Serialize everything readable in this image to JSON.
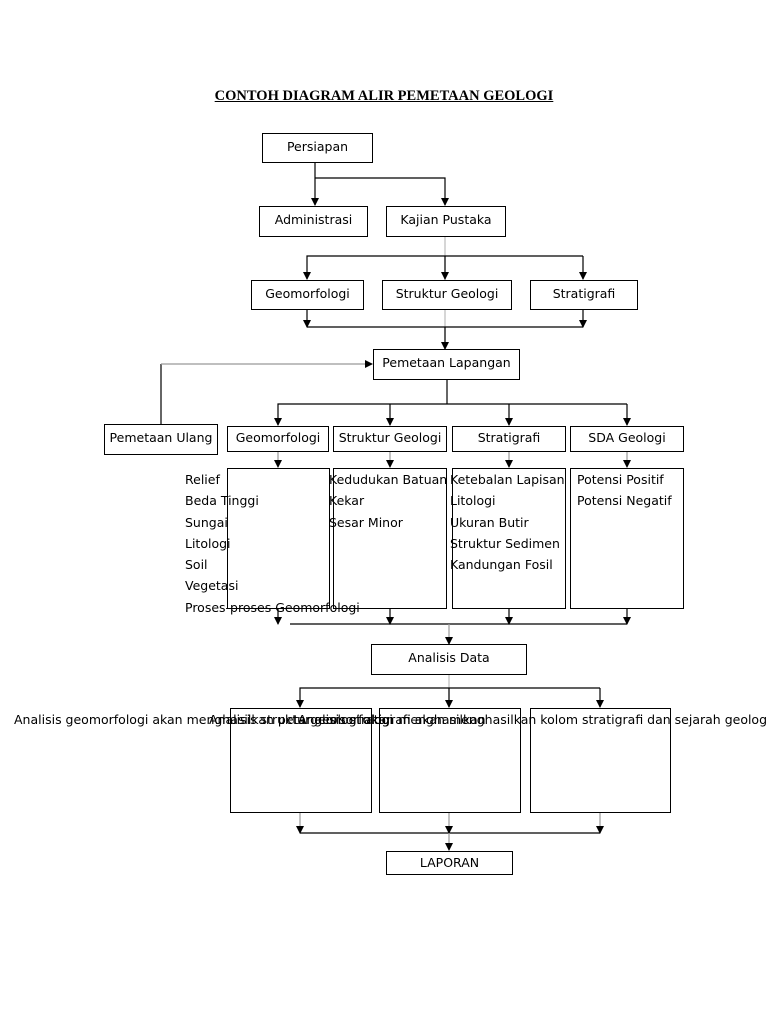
{
  "title": "CONTOH DIAGRAM ALIR PEMETAAN GEOLOGI",
  "nodes": {
    "persiapan": "Persiapan",
    "administrasi": "Administrasi",
    "kajian_pustaka": "Kajian Pustaka",
    "geomorfologi_1": "Geomorfologi",
    "struktur_geologi_1": "Struktur Geologi",
    "stratigrafi_1": "Stratigrafi",
    "pemetaan_lapangan": "Pemetaan Lapangan",
    "pemetaan_ulang": "Pemetaan Ulang",
    "geomorfologi_2": "Geomorfologi",
    "struktur_geologi_2": "Struktur Geologi",
    "stratigrafi_2": "Stratigrafi",
    "sda_geologi": "SDA Geologi",
    "analisis_data": "Analisis Data",
    "laporan": "LAPORAN"
  },
  "lists": {
    "geomorfologi": [
      "Relief",
      "Beda Tinggi",
      "Sungai",
      "Litologi",
      "Soil",
      "Vegetasi",
      "Proses-proses Geomorfologi"
    ],
    "struktur_geologi": [
      "Kedudukan Batuan",
      "Kekar",
      "Sesar Minor"
    ],
    "stratigrafi": [
      "Ketebalan Lapisan",
      "Litologi",
      "Ukuran Butir",
      "Struktur Sedimen",
      "Kandungan Fosil"
    ],
    "sda_geologi": [
      "Potensi Positif",
      "Potensi Negatif"
    ]
  },
  "analysis_notes": {
    "geomorfologi": "Analisis geomorfologi akan menghasilkan peta geomorfologi",
    "struktur": "Analisis struktur geologi akan menghasilkan",
    "stratigrafi": "Analisis stratigrafi akan menghasilkan kolom stratigrafi dan sejarah geologi"
  }
}
